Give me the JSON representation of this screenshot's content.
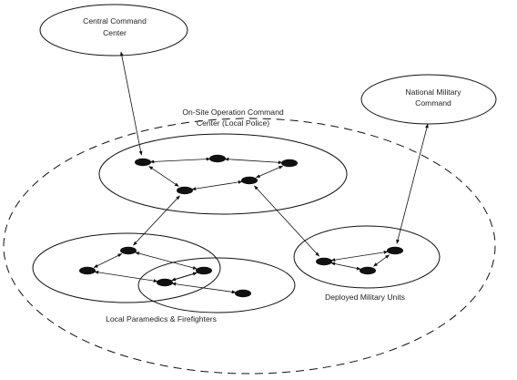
{
  "labels": {
    "central_command": [
      "Central Command",
      "Center"
    ],
    "national_military": [
      "National Military",
      "Command"
    ],
    "onsite_command": [
      "On-Site Operation Command",
      "Center (Local Police)"
    ],
    "deployed_military": "Deployed Military Units",
    "local_paramedics": "Local Paramedics & Firefighters"
  },
  "nodes": {
    "police": [
      "p1",
      "p2",
      "p3",
      "p4",
      "p5"
    ],
    "paramedics": [
      "m1",
      "m2",
      "m3",
      "m4",
      "m5",
      "m6"
    ],
    "military": [
      "d1",
      "d2",
      "d3"
    ]
  },
  "links": [
    [
      "central",
      "p1"
    ],
    [
      "p1",
      "p2"
    ],
    [
      "p2",
      "p3"
    ],
    [
      "p1",
      "p4"
    ],
    [
      "p4",
      "p5"
    ],
    [
      "p5",
      "p3"
    ],
    [
      "p4",
      "m1"
    ],
    [
      "m1",
      "m2"
    ],
    [
      "m1",
      "m3"
    ],
    [
      "m2",
      "m4"
    ],
    [
      "m3",
      "m4"
    ],
    [
      "m4",
      "m5"
    ],
    [
      "m3",
      "m5"
    ],
    [
      "m5",
      "m6"
    ],
    [
      "p5",
      "d1"
    ],
    [
      "d1",
      "d2"
    ],
    [
      "d1",
      "d3"
    ],
    [
      "d3",
      "d2"
    ],
    [
      "national",
      "d2"
    ]
  ]
}
